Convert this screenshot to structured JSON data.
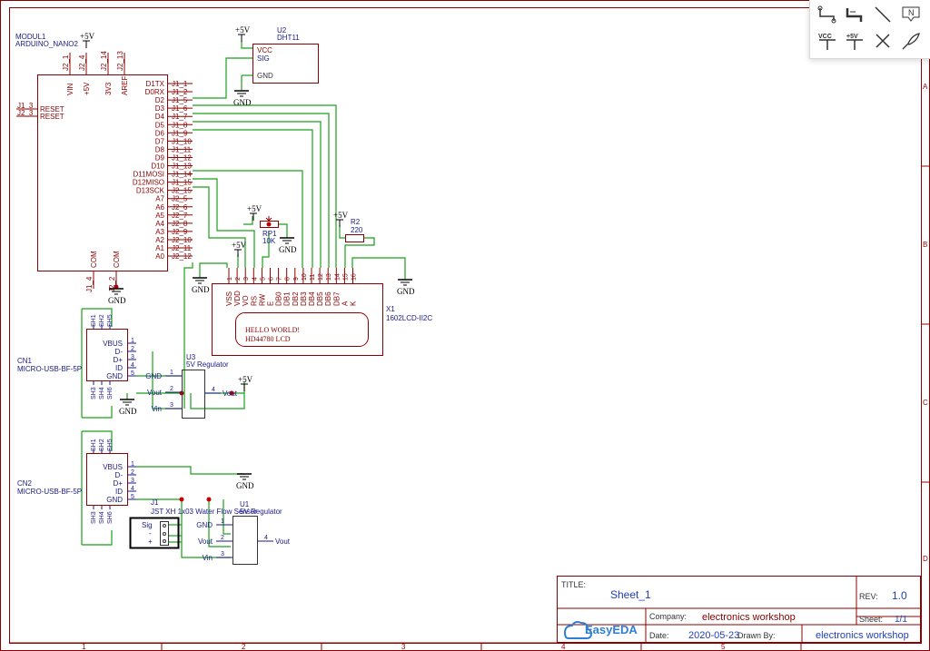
{
  "frame": {
    "col_labels": [
      "1",
      "2",
      "3",
      "4",
      "5"
    ],
    "row_labels": [
      "A",
      "B",
      "C",
      "D"
    ]
  },
  "title_block": {
    "title_label": "TITLE:",
    "title_value": "Sheet_1",
    "rev_label": "REV:",
    "rev_value": "1.0",
    "company_label": "Company:",
    "company_value": "electronics workshop",
    "sheet_label": "Sheet:",
    "sheet_value": "1/1",
    "date_label": "Date:",
    "date_value": "2020-05-23",
    "drawn_label": "Drawn By:",
    "drawn_value": "electronics workshop",
    "logo_text": "EasyEDA"
  },
  "toolbar": {
    "items": [
      {
        "icon": "wire-icon"
      },
      {
        "icon": "bus-icon"
      },
      {
        "icon": "line-icon"
      },
      {
        "icon": "net-label-icon",
        "text": "N"
      },
      {
        "icon": "vcc-icon",
        "text": "VCC"
      },
      {
        "icon": "plus5v-icon",
        "text": "+5V"
      },
      {
        "icon": "no-connect-icon"
      },
      {
        "icon": "pin-icon"
      }
    ]
  },
  "arduino": {
    "designator": "MODUL1",
    "name": "ARDUINO_NANO2",
    "top_pins": [
      {
        "num": "J2_1",
        "name": "VIN"
      },
      {
        "num": "J2_4",
        "name": "+5V"
      },
      {
        "num": "J2_14",
        "name": "3V3"
      },
      {
        "num": "J2_13",
        "name": "AREF"
      }
    ],
    "left_pins": [
      {
        "num": "J1_3",
        "name": "RESET"
      },
      {
        "num": "J2_3",
        "name": "RESET"
      }
    ],
    "bottom_pins": [
      {
        "num": "J1_4",
        "name": "COM"
      },
      {
        "num": "J2_2",
        "name": "COM"
      }
    ],
    "right_pins": [
      {
        "name": "D1TX",
        "num": "J1_1"
      },
      {
        "name": "D0RX",
        "num": "J1_2"
      },
      {
        "name": "D2",
        "num": "J1_5"
      },
      {
        "name": "D3",
        "num": "J1_6"
      },
      {
        "name": "D4",
        "num": "J1_7"
      },
      {
        "name": "D5",
        "num": "J1_8"
      },
      {
        "name": "D6",
        "num": "J1_9"
      },
      {
        "name": "D7",
        "num": "J1_10"
      },
      {
        "name": "D8",
        "num": "J1_11"
      },
      {
        "name": "D9",
        "num": "J1_12"
      },
      {
        "name": "D10",
        "num": "J1_13"
      },
      {
        "name": "D11MOSI",
        "num": "J1_14"
      },
      {
        "name": "D12MISO",
        "num": "J1_15"
      },
      {
        "name": "D13SCK",
        "num": "J2_15"
      },
      {
        "name": "A7",
        "num": "J2_5"
      },
      {
        "name": "A6",
        "num": "J2_6"
      },
      {
        "name": "A5",
        "num": "J2_7"
      },
      {
        "name": "A4",
        "num": "J2_8"
      },
      {
        "name": "A3",
        "num": "J2_9"
      },
      {
        "name": "A2",
        "num": "J2_10"
      },
      {
        "name": "A1",
        "num": "J2_11"
      },
      {
        "name": "A0",
        "num": "J2_12"
      }
    ]
  },
  "dht11": {
    "designator": "U2",
    "name": "DHT11",
    "pins": [
      "VCC",
      "SIG",
      "GND"
    ]
  },
  "lcd": {
    "designator": "X1",
    "name": "1602LCD-II2C",
    "pins": [
      "VSS",
      "VDD",
      "VO",
      "RS",
      "RW",
      "E",
      "DB0",
      "DB1",
      "DB2",
      "DB3",
      "DB4",
      "DB5",
      "DB6",
      "DB7",
      "A",
      "K"
    ],
    "pin_nums": [
      "1",
      "2",
      "3",
      "4",
      "5",
      "6",
      "7",
      "8",
      "9",
      "10",
      "11",
      "12",
      "13",
      "14",
      "15",
      "16"
    ],
    "screen_line1": "HELLO WORLD!",
    "screen_line2": "HD44780 LCD"
  },
  "rp1": {
    "designator": "RP1",
    "value": "10K"
  },
  "r2": {
    "designator": "R2",
    "value": "220"
  },
  "cn1": {
    "designator": "CN1",
    "name": "MICRO-USB-BF-5P",
    "pins": [
      "VBUS",
      "D-",
      "D+",
      "ID",
      "GND"
    ],
    "pin_nums": [
      "1",
      "2",
      "3",
      "4",
      "5"
    ],
    "shield_top": [
      "SH1",
      "SH2",
      "SH5"
    ],
    "shield_bottom": [
      "SH3",
      "SH4",
      "SH6"
    ]
  },
  "cn2": {
    "designator": "CN2",
    "name": "MICRO-USB-BF-5P",
    "pins": [
      "VBUS",
      "D-",
      "D+",
      "ID",
      "GND"
    ],
    "pin_nums": [
      "1",
      "2",
      "3",
      "4",
      "5"
    ],
    "shield_top": [
      "SH1",
      "SH2",
      "SH5"
    ],
    "shield_bottom": [
      "SH3",
      "SH4",
      "SH6"
    ]
  },
  "u3": {
    "designator": "U3",
    "name": "5V Regulator",
    "left_pins": [
      {
        "num": "1",
        "name": "GND"
      },
      {
        "num": "2",
        "name": "Vout"
      },
      {
        "num": "3",
        "name": "Vin"
      }
    ],
    "right_pin": {
      "num": "4",
      "name": "Vout"
    }
  },
  "u1": {
    "designator": "U1",
    "name": "5V Regulator",
    "left_pins": [
      {
        "num": "1",
        "name": "GND"
      },
      {
        "num": "2",
        "name": "Vout"
      },
      {
        "num": "3",
        "name": "Vin"
      }
    ],
    "right_pin": {
      "num": "4",
      "name": "Vout"
    }
  },
  "j1": {
    "designator": "J1",
    "name": "JST XH 1x03 Water Flow Sensor",
    "pins": [
      "Sig",
      "-",
      "+"
    ]
  },
  "power": {
    "plus5v": "+5V",
    "gnd": "GND"
  }
}
